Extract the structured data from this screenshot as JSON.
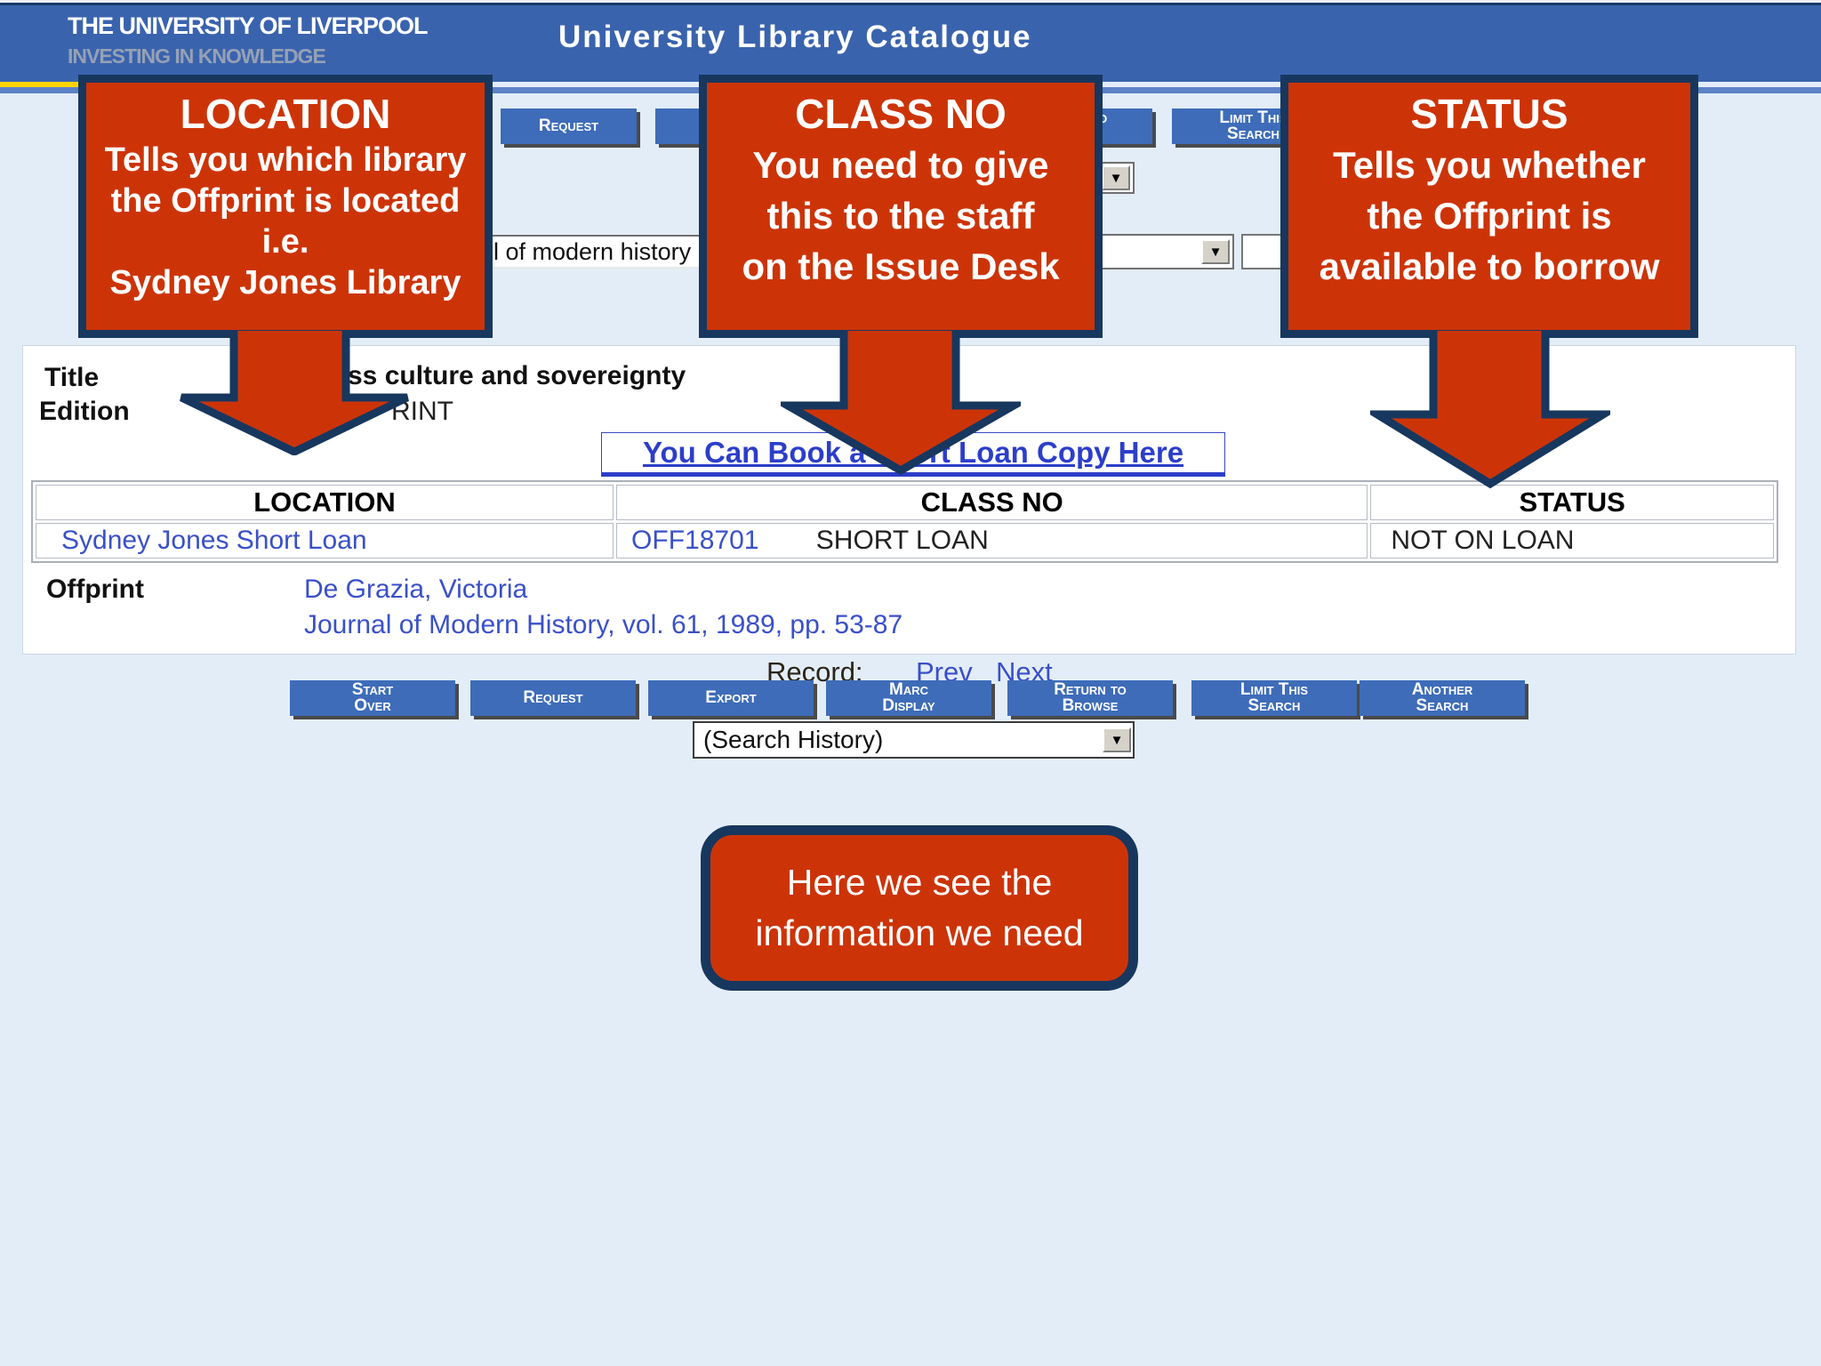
{
  "header": {
    "logo_line1": "THE UNIVERSITY OF LIVERPOOL",
    "logo_line2": "INVESTING IN KNOWLEDGE",
    "title": "University Library Catalogue"
  },
  "callouts": {
    "location": {
      "title": "LOCATION",
      "lines": [
        "Tells you which library",
        "the Offprint is located",
        "i.e.",
        "Sydney Jones Library"
      ]
    },
    "class_no": {
      "title": "CLASS NO",
      "lines": [
        "You need to give",
        "this to the staff",
        "on the Issue Desk"
      ]
    },
    "status": {
      "title": "STATUS",
      "lines": [
        "Tells you whether",
        "the Offprint is",
        "available to borrow"
      ]
    },
    "bottom": {
      "lines": [
        "Here we see the",
        "information we need"
      ]
    }
  },
  "toolbar": {
    "buttons": [
      {
        "line1": "Start",
        "line2": "Over"
      },
      {
        "line1": "Request"
      },
      {
        "line1": "Export"
      },
      {
        "line1": "Marc",
        "line2": "Display"
      },
      {
        "line1": "Return to",
        "line2": "Browse"
      },
      {
        "line1": "Limit This",
        "line2": "Search"
      },
      {
        "line1": "Another",
        "line2": "Search"
      }
    ],
    "search_history_value": "(Search History)"
  },
  "search": {
    "journal_input_value": "l of modern history"
  },
  "record": {
    "title_label": "Title",
    "title_value": "ss culture and sovereignty",
    "edition_label": "Edition",
    "edition_value": "RINT",
    "book_link": "You Can Book a Short Loan Copy Here",
    "offprint_label": "Offprint",
    "offprint_author": "De Grazia, Victoria",
    "offprint_source": "Journal of Modern History, vol. 61, 1989, pp. 53-87",
    "nav": {
      "label": "Record:",
      "prev": "Prev",
      "next": "Next"
    }
  },
  "holdings_table": {
    "headers": [
      "LOCATION",
      "CLASS NO",
      "STATUS"
    ],
    "rows": [
      {
        "location": "Sydney Jones Short Loan",
        "class_no": "OFF18701",
        "loan_type": "SHORT LOAN",
        "status": "NOT ON LOAN"
      }
    ]
  },
  "colors": {
    "header_blue": "#3a63ae",
    "button_blue": "#3e6cb8",
    "callout_red": "#cc3408",
    "callout_border_navy": "#17375e",
    "link_blue": "#2c3ec9",
    "catalog_link_blue": "#3a50c8",
    "page_bg": "#e3edf8",
    "accent_yellow": "#ffd400"
  }
}
